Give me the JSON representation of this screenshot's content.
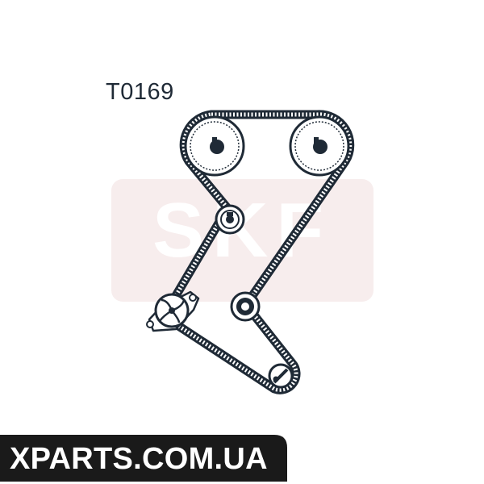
{
  "diagram": {
    "part_number": "T0169",
    "watermark_text": "SKF",
    "belt_color": "#1f2a36",
    "watermark_color": "#f6e8e8"
  },
  "banner": {
    "text": "XPARTS.COM.UA",
    "background_color": "#1a1a1a"
  }
}
